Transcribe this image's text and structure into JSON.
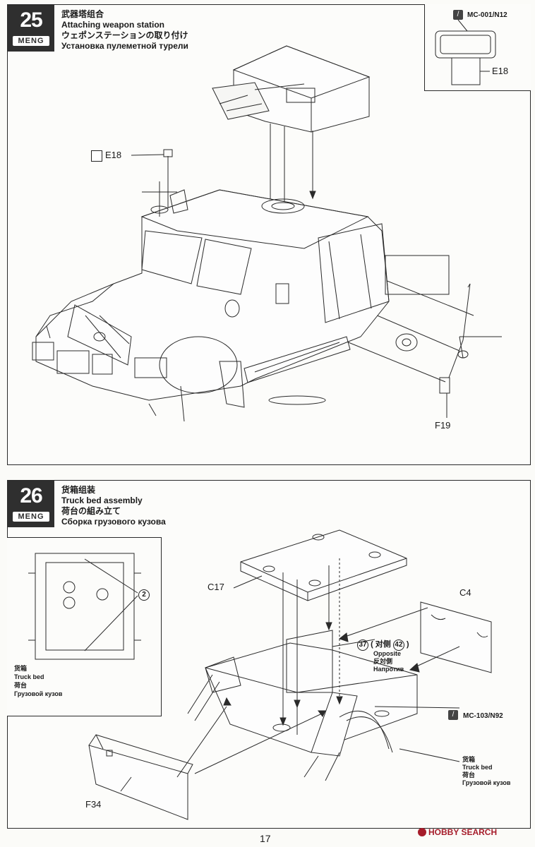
{
  "step25": {
    "number": "25",
    "brand": "MENG",
    "title_zh": "武器塔组合",
    "title_en": "Attaching weapon station",
    "title_ja": "ウェポンステーションの取り付け",
    "title_ru": "Установка пулеметной турели",
    "inset": {
      "paint_code": "MC-001/N12",
      "part": "E18"
    },
    "part_labels": {
      "e18": "E18",
      "f19": "F19"
    }
  },
  "step26": {
    "number": "26",
    "brand": "MENG",
    "title_zh": "货箱组装",
    "title_en": "Truck bed assembly",
    "title_ja": "荷台の組み立て",
    "title_ru": "Сборка грузового кузова",
    "inset": {
      "callout": "2",
      "caption_zh": "货箱",
      "caption_en": "Truck bed",
      "caption_ja": "荷台",
      "caption_ru": "Грузовой кузов"
    },
    "part_labels": {
      "c17": "C17",
      "c4": "C4",
      "f34": "F34"
    },
    "opposite": {
      "num_a": "37",
      "zh": "对侧",
      "num_b": "42",
      "en": "Opposite",
      "ja": "反対側",
      "ru": "Напротив"
    },
    "paint_code": "MC-103/N92",
    "bed_caption": {
      "zh": "货箱",
      "en": "Truck bed",
      "ja": "荷台",
      "ru": "Грузовой кузов"
    }
  },
  "page_number": "17",
  "watermark": "HOBBY SEARCH",
  "colors": {
    "line": "#2a2a2a",
    "badge": "#2f2f2f",
    "watermark": "#a61c2a"
  }
}
